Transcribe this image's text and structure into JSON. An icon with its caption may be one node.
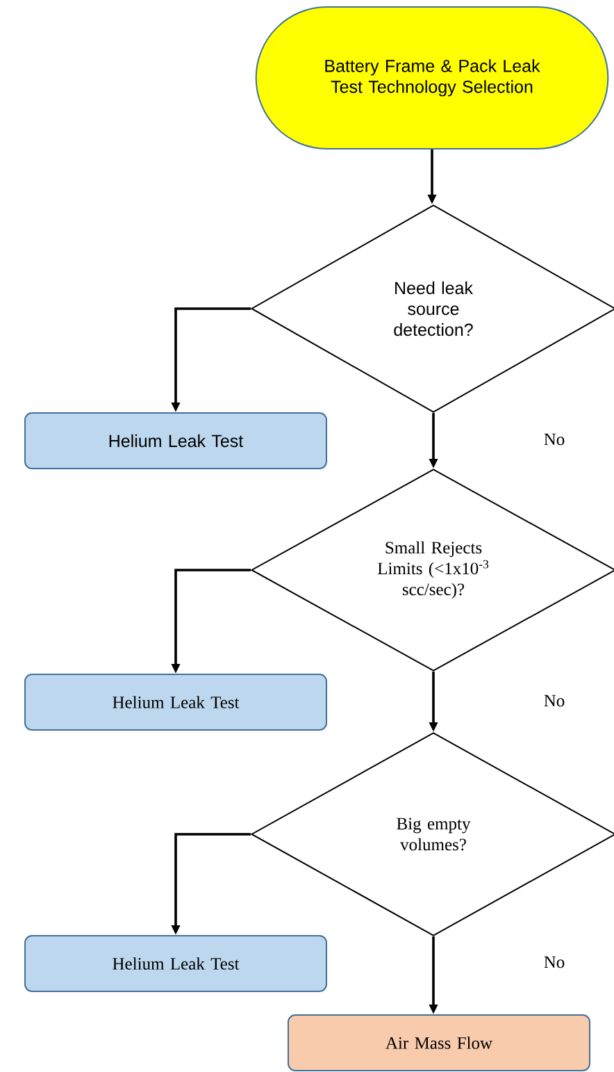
{
  "diagram": {
    "nodes": [
      {
        "text": [
          "Battery Frame & Pack Leak Test Technology Selection"
        ]
      },
      {
        "text": [
          "Need leak source detection?"
        ]
      },
      {
        "text": [
          "Helium Leak Test"
        ]
      },
      {
        "text": [
          "Small Rejects Limits (<1x10$^{-3}$ scc/sec)?"
        ]
      },
      {
        "text": [
          "Helium Leak Test"
        ]
      },
      {
        "text": [
          "Big empty volumes?"
        ]
      },
      {
        "text": [
          "Helium Leak Test"
        ]
      },
      {
        "text": [
          "Air Mass Flow"
        ]
      }
    ],
    "edges": [
      {
        "from": 0,
        "to": 1,
        "arrow": "to"
      },
      {
        "from": 1,
        "to": 2,
        "arrow": "to"
      },
      {
        "from": 1,
        "to": 3,
        "arrow": "to"
      },
      {
        "from": 3,
        "to": 4,
        "arrow": "to"
      },
      {
        "from": 3,
        "to": 5,
        "arrow": "to"
      },
      {
        "from": 5,
        "to": 6,
        "arrow": "to"
      },
      {
        "from": 5,
        "to": 7,
        "arrow": "to"
      }
    ],
    "labels": [
      "No",
      "No",
      "No"
    ]
  }
}
